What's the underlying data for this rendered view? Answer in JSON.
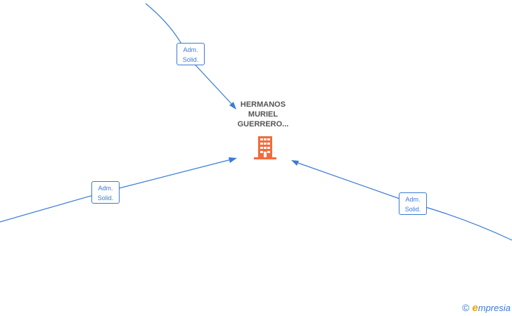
{
  "center": {
    "name_lines": [
      "HERMANOS",
      "MURIEL",
      "GUERRERO..."
    ],
    "icon": "building-icon",
    "icon_color": "#f26b3a"
  },
  "edges": [
    {
      "label_lines": [
        "Adm.",
        "Solid."
      ]
    },
    {
      "label_lines": [
        "Adm.",
        "Solid."
      ]
    },
    {
      "label_lines": [
        "Adm.",
        "Solid."
      ]
    }
  ],
  "colors": {
    "edge": "#3a7bd5",
    "title": "#555555"
  },
  "watermark": {
    "copyright": "©",
    "brand_initial": "e",
    "brand_rest": "mpresia"
  }
}
